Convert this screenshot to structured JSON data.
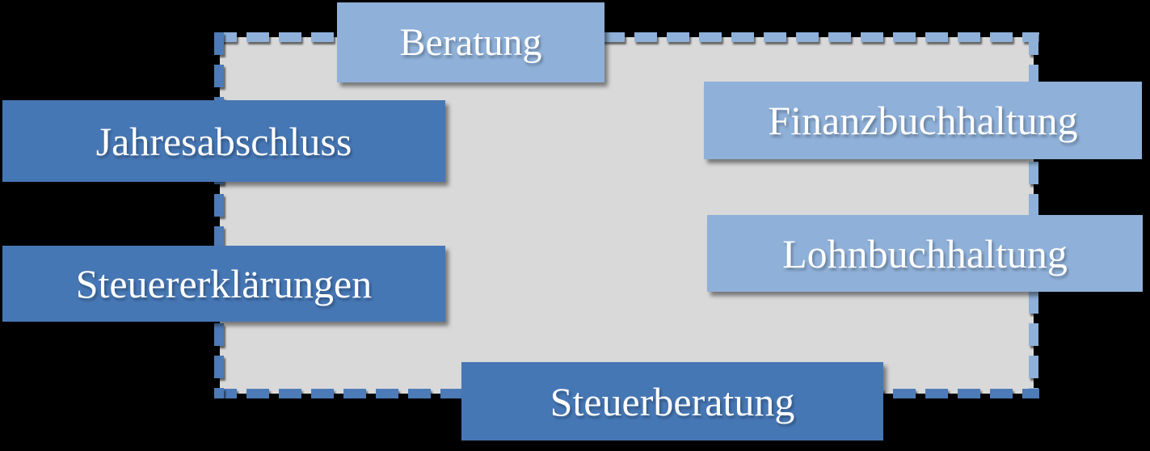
{
  "diagram": {
    "colors": {
      "bg_color": "#000000",
      "region_fill": "#d9d9d9",
      "dash_light": "#8fb0d8",
      "dash_dark": "#4c7bb7",
      "light_blue": "#8fb0d8",
      "dark_blue": "#4677b5",
      "text_color": "#ffffff"
    },
    "labels": [
      {
        "id": "beratung",
        "text": "Beratung",
        "variant": "light"
      },
      {
        "id": "jahresabschluss",
        "text": "Jahresabschluss",
        "variant": "dark"
      },
      {
        "id": "finanzbuchhaltung",
        "text": "Finanzbuchhaltung",
        "variant": "light"
      },
      {
        "id": "lohnbuchhaltung",
        "text": "Lohnbuchhaltung",
        "variant": "light"
      },
      {
        "id": "steuererklaerungen",
        "text": "Steuererklärungen",
        "variant": "dark"
      },
      {
        "id": "steuerberatung",
        "text": "Steuerberatung",
        "variant": "dark"
      }
    ]
  }
}
